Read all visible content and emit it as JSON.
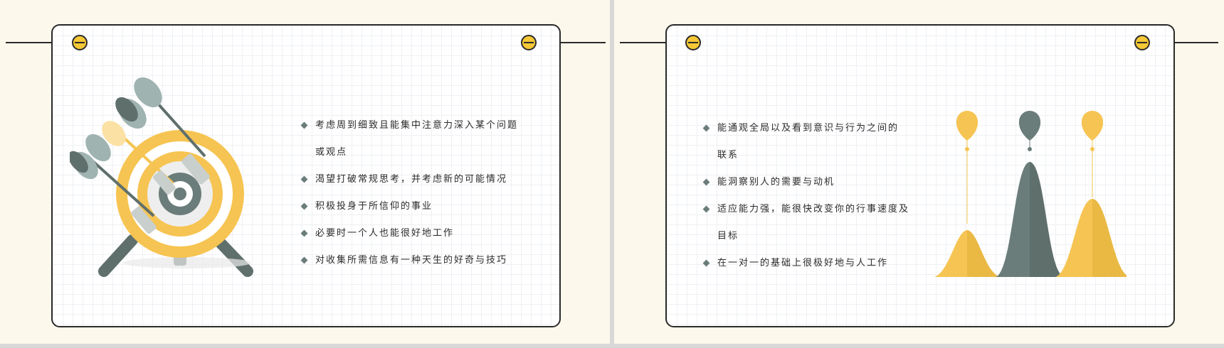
{
  "slides": [
    {
      "items": [
        "考虑周到细致且能集中注意力深入某个问题",
        "或观点",
        "渴望打破常规思考，并考虑新的可能情况",
        "积极投身于所信仰的事业",
        "必要时一个人也能很好地工作",
        "对收集所需信息有一种天生的好奇与技巧"
      ],
      "illustration": "dartboard-with-darts"
    },
    {
      "items": [
        "能通观全局以及看到意识与行为之间的",
        "联系",
        "能洞察别人的需要与动机",
        "适应能力强，能很快改变你的行事速度及",
        "目标",
        "在一对一的基础上很极好地与人工作"
      ],
      "illustration": "three-peak-chart-with-markers"
    }
  ],
  "colors": {
    "background": "#fdf8ec",
    "card": "#ffffff",
    "border": "#2b2b2b",
    "yellow": "#f6c452",
    "gray": "#6b7d7a",
    "pin": "#f6c836"
  }
}
